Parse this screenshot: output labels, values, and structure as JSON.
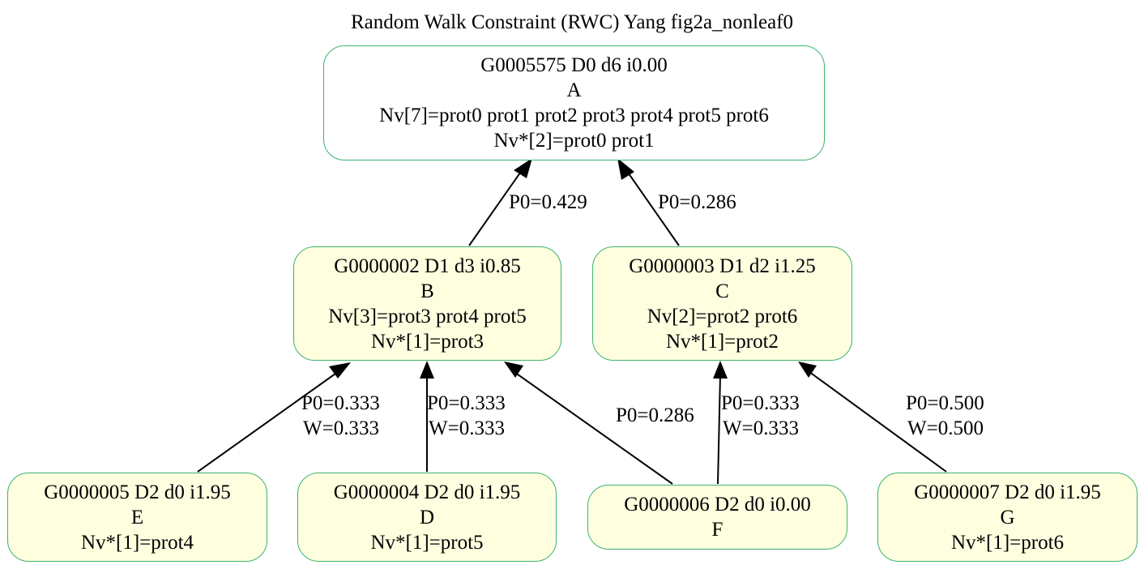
{
  "title": "Random Walk Constraint (RWC) Yang fig2a_nonleaf0",
  "colors": {
    "root_fill": "#ffffff",
    "node_fill": "#ffffe0",
    "node_border": "#3cb371",
    "edge": "#000000"
  },
  "nodes": {
    "A": {
      "line1": "G0005575 D0 d6 i0.00",
      "line2": "A",
      "line3": "Nv[7]=prot0 prot1 prot2 prot3 prot4 prot5 prot6",
      "line4": "Nv*[2]=prot0 prot1"
    },
    "B": {
      "line1": "G0000002 D1 d3 i0.85",
      "line2": "B",
      "line3": "Nv[3]=prot3 prot4 prot5",
      "line4": "Nv*[1]=prot3"
    },
    "C": {
      "line1": "G0000003 D1 d2 i1.25",
      "line2": "C",
      "line3": "Nv[2]=prot2 prot6",
      "line4": "Nv*[1]=prot2"
    },
    "E": {
      "line1": "G0000005 D2 d0 i1.95",
      "line2": "E",
      "line3": "Nv*[1]=prot4"
    },
    "D": {
      "line1": "G0000004 D2 d0 i1.95",
      "line2": "D",
      "line3": "Nv*[1]=prot5"
    },
    "F": {
      "line1": "G0000006 D2 d0 i0.00",
      "line2": "F"
    },
    "G": {
      "line1": "G0000007 D2 d0 i1.95",
      "line2": "G",
      "line3": "Nv*[1]=prot6"
    }
  },
  "edges": {
    "B_A": {
      "from": "B",
      "to": "A",
      "p0": "P0=0.429"
    },
    "C_A": {
      "from": "C",
      "to": "A",
      "p0": "P0=0.286"
    },
    "E_B": {
      "from": "E",
      "to": "B",
      "p0": "P0=0.333",
      "w": "W=0.333"
    },
    "D_B": {
      "from": "D",
      "to": "B",
      "p0": "P0=0.333",
      "w": "W=0.333"
    },
    "F_B": {
      "from": "F",
      "to": "B",
      "p0": "P0=0.286"
    },
    "F_C": {
      "from": "F",
      "to": "C",
      "p0": "P0=0.333",
      "w": "W=0.333"
    },
    "G_C": {
      "from": "G",
      "to": "C",
      "p0": "P0=0.500",
      "w": "W=0.500"
    }
  }
}
